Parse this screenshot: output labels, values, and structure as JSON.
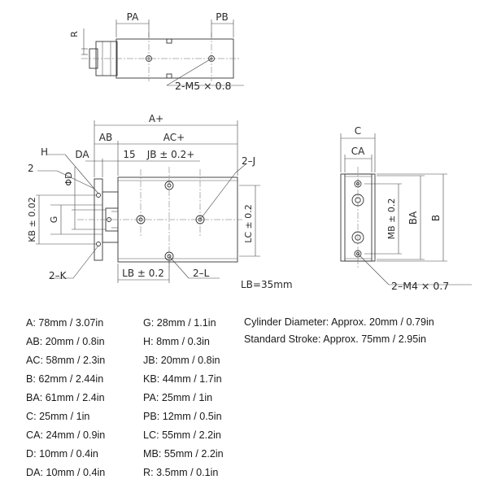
{
  "diagram": {
    "labels": {
      "pa": "PA",
      "pb": "PB",
      "r": "R",
      "m5": "2-M5 × 0.8",
      "a_plus": "A+",
      "ab": "AB",
      "ac_plus": "AC+",
      "da": "DA",
      "fifteen": "15",
      "jb": "JB ± 0.2+",
      "h": "H",
      "two": "2",
      "phi_d": "ΦD",
      "two_j": "2–J",
      "kb": "KB ± 0.02",
      "g": "G",
      "lc": "LC ± 0.2",
      "two_k": "2–K",
      "lb": "LB ± 0.2",
      "two_l": "2–L",
      "lb_note": "LB=35mm",
      "c": "C",
      "ca": "CA",
      "mb": "MB ± 0.2",
      "ba": "BA",
      "b": "B",
      "m4": "2–M4 × 0.7"
    }
  },
  "specs": {
    "col1": [
      "A: 78mm / 3.07in",
      "AB: 20mm / 0.8in",
      "AC: 58mm / 2.3in",
      "B: 62mm / 2.44in",
      "BA: 61mm / 2.4in",
      "C: 25mm / 1in",
      "CA: 24mm / 0.9in",
      "D: 10mm / 0.4in",
      "DA: 10mm / 0.4in"
    ],
    "col2": [
      "G: 28mm / 1.1in",
      "H: 8mm / 0.3in",
      "JB: 20mm / 0.8in",
      "KB: 44mm / 1.7in",
      "PA: 25mm / 1in",
      "PB: 12mm / 0.5in",
      "LC: 55mm / 2.2in",
      "MB: 55mm / 2.2in",
      "R: 3.5mm / 0.1in"
    ],
    "col3": [
      "Cylinder Diameter: Approx. 20mm / 0.79in",
      "Standard Stroke: Approx. 75mm / 2.95in"
    ]
  }
}
